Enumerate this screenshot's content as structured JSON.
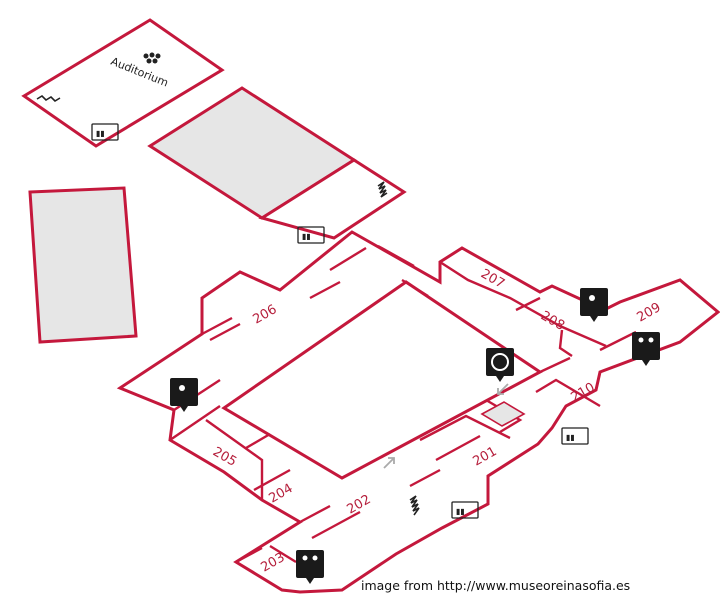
{
  "map": {
    "rooms": [
      {
        "id": "201",
        "label": "201"
      },
      {
        "id": "202",
        "label": "202"
      },
      {
        "id": "203",
        "label": "203"
      },
      {
        "id": "204",
        "label": "204"
      },
      {
        "id": "205",
        "label": "205"
      },
      {
        "id": "206",
        "label": "206"
      },
      {
        "id": "207",
        "label": "207"
      },
      {
        "id": "208",
        "label": "208"
      },
      {
        "id": "209",
        "label": "209"
      },
      {
        "id": "210",
        "label": "210"
      }
    ],
    "auditorium_label": "Auditorium",
    "icons": [
      "elevator-icon",
      "stairs-icon",
      "restroom-icon",
      "information-icon",
      "ticket-desk-icon",
      "auditorium-icon"
    ],
    "colors": {
      "wall": "#c4183c",
      "shaded": "#e6e6e6",
      "icon_pin": "#1a1a1a",
      "label": "#b51e3b"
    }
  },
  "credit": "image from http://www.museoreinasofia.es"
}
